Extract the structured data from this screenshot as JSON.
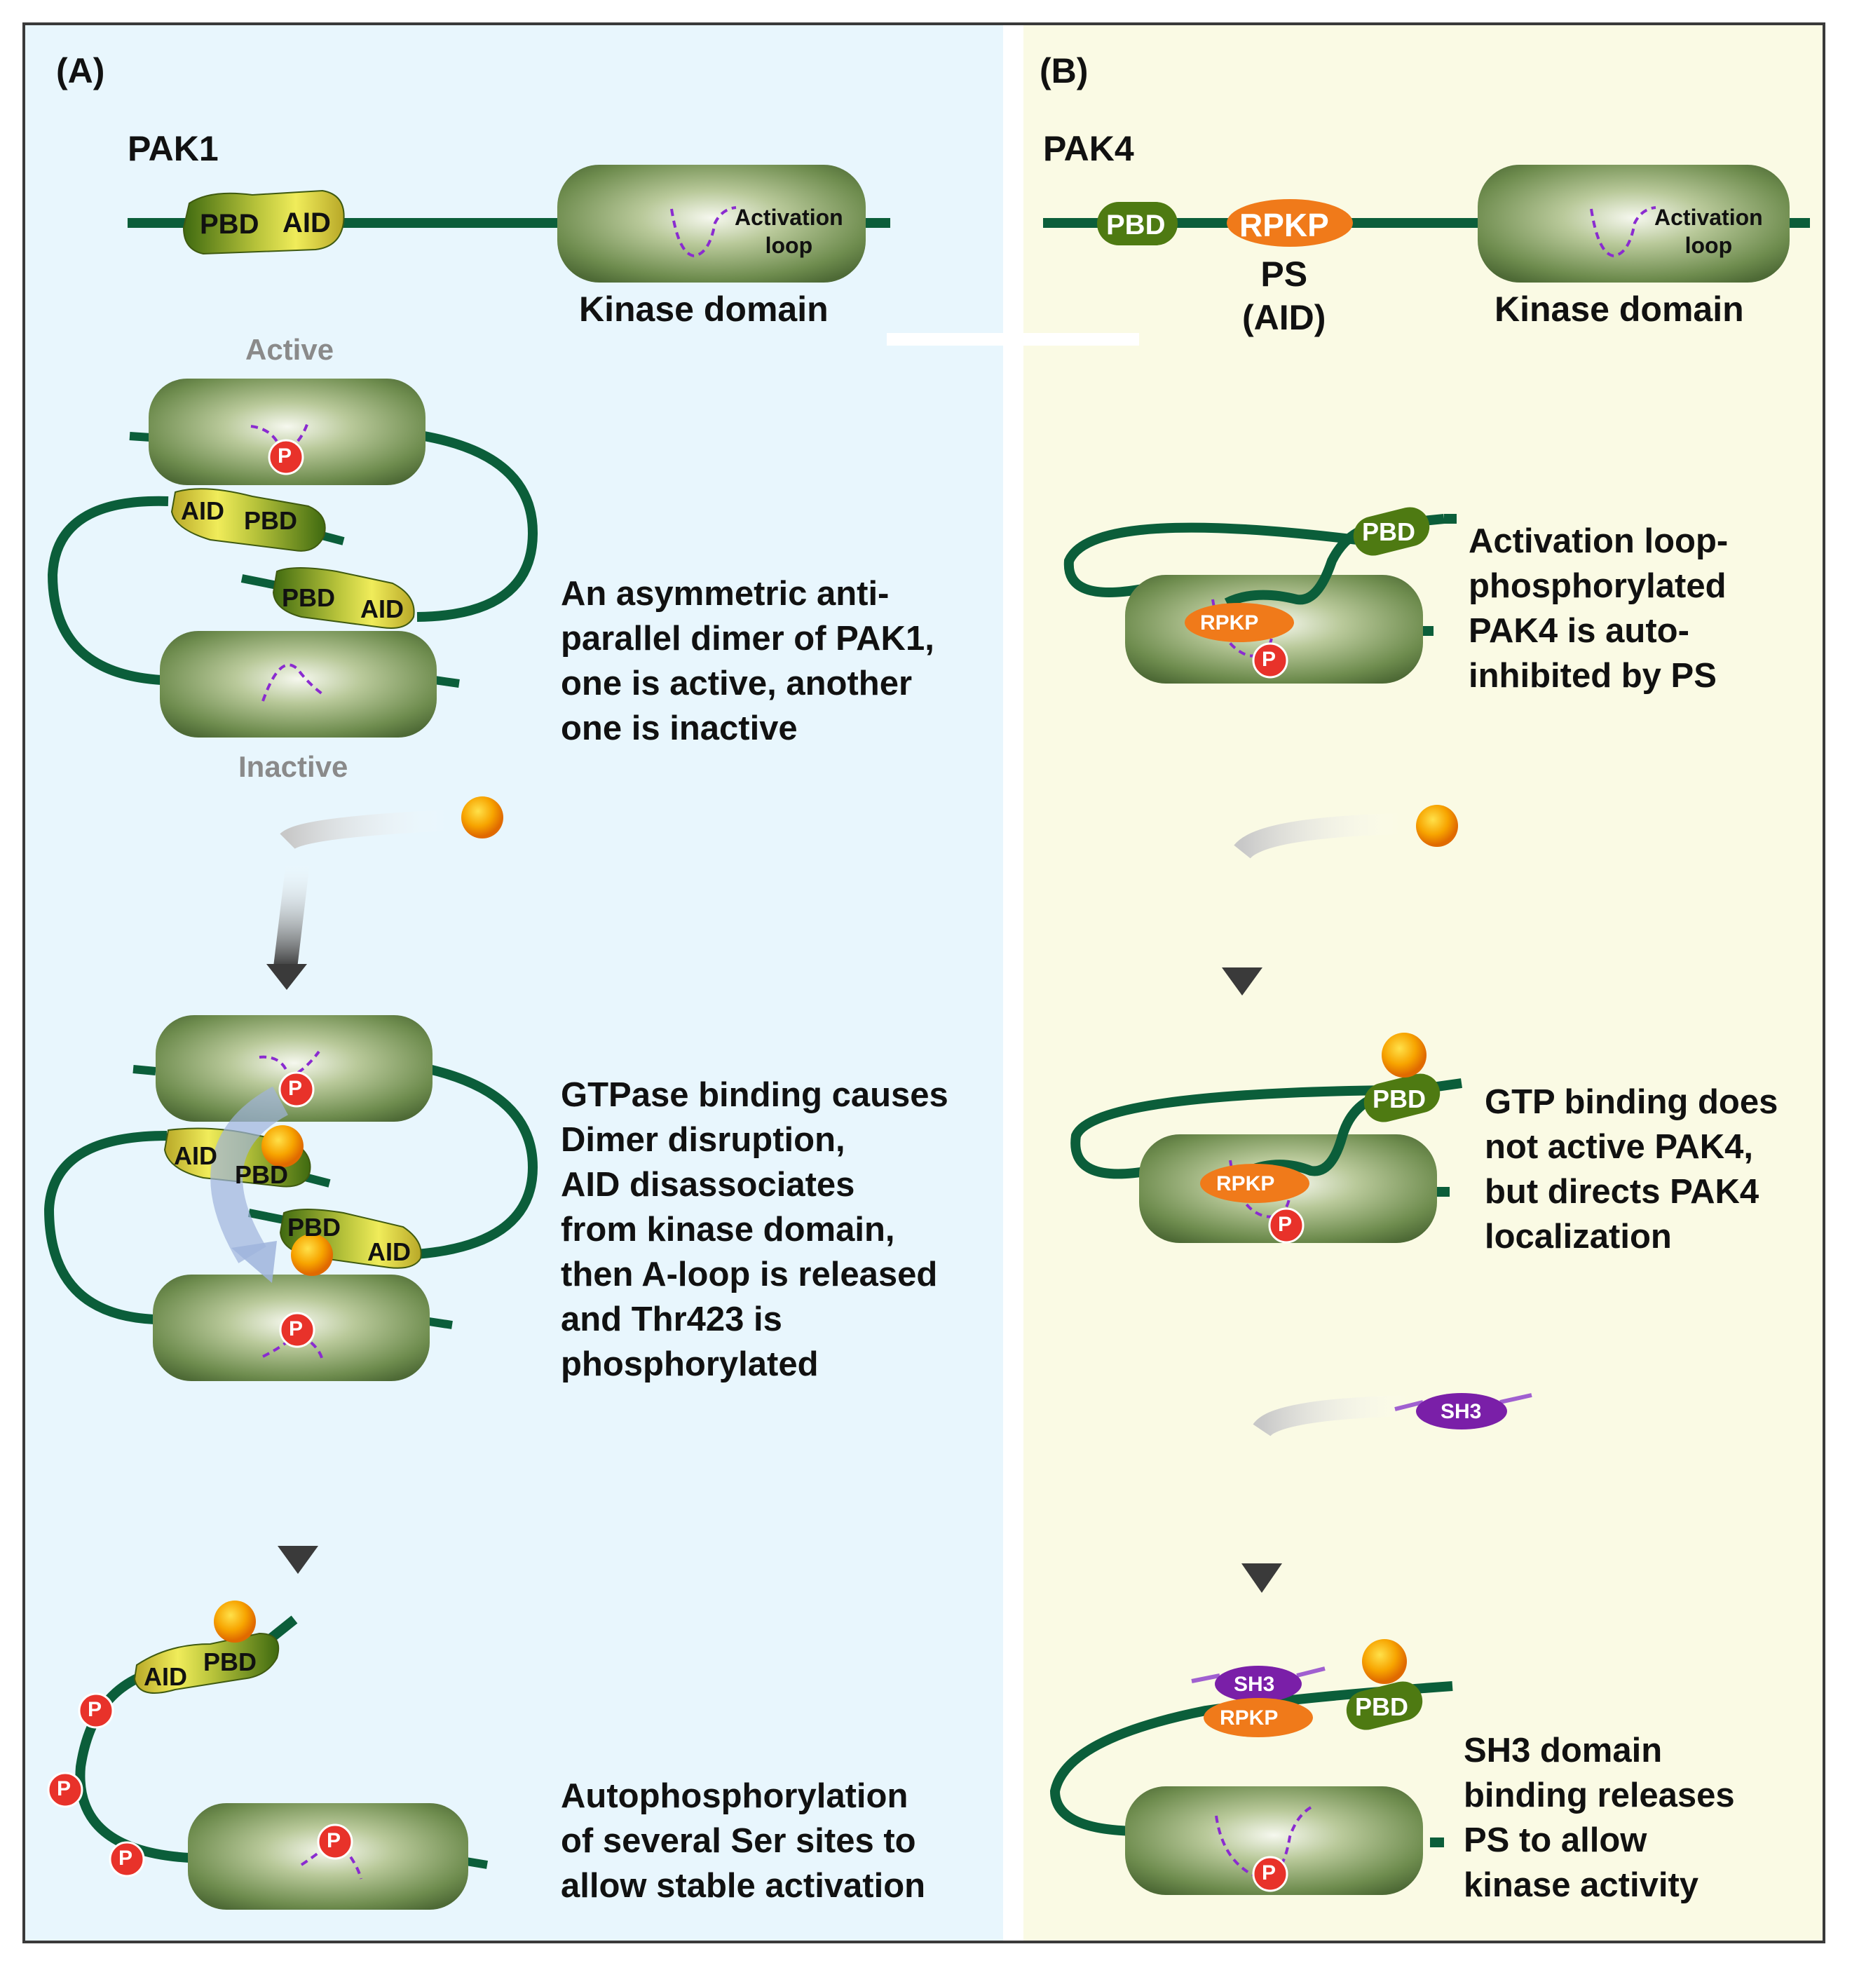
{
  "panel_a": {
    "label": "(A)",
    "protein": "PAK1",
    "domain_pbd": "PBD",
    "domain_aid": "AID",
    "activation_loop": "Activation\nloop",
    "kinase_domain": "Kinase domain",
    "active": "Active",
    "inactive": "Inactive",
    "phospho": "P",
    "step1_text": "An asymmetric anti-\nparallel dimer of PAK1,\none is active,  another\none is inactive",
    "step2_text": "GTPase binding causes\nDimer disruption,\nAID disassociates\nfrom kinase domain,\nthen A-loop is released\nand Thr423 is\nphosphorylated",
    "step3_text": "Autophosphorylation\nof several Ser sites to\nallow stable activation"
  },
  "panel_b": {
    "label": "(B)",
    "protein": "PAK4",
    "domain_pbd": "PBD",
    "domain_rpkp": "RPKP",
    "ps_label": "PS\n(AID)",
    "activation_loop": "Activation\nloop",
    "kinase_domain": "Kinase domain",
    "sh3": "SH3",
    "phospho": "P",
    "step1_text": "Activation loop-\nphosphorylated\nPAK4 is auto-\ninhibited by PS",
    "step2_text": "GTP binding does\nnot active PAK4,\nbut directs PAK4\nlocalization",
    "step3_text": "SH3 domain\nbinding releases\nPS to allow\nkinase activity"
  },
  "colors": {
    "panel_a_bg": "#e8f6fd",
    "panel_b_bg": "#fafae4",
    "chain": "#0b5e3a",
    "kinase": "#6b8a4a",
    "pbd_green": "#4e7a12",
    "aid_yellow": "#d8d630",
    "rpkp_orange": "#f07a1a",
    "phospho_red": "#e8322a",
    "gtpase_orange": "#f5a000",
    "sh3_purple": "#7a1fa8",
    "loop_purple": "#8a2bd0"
  }
}
